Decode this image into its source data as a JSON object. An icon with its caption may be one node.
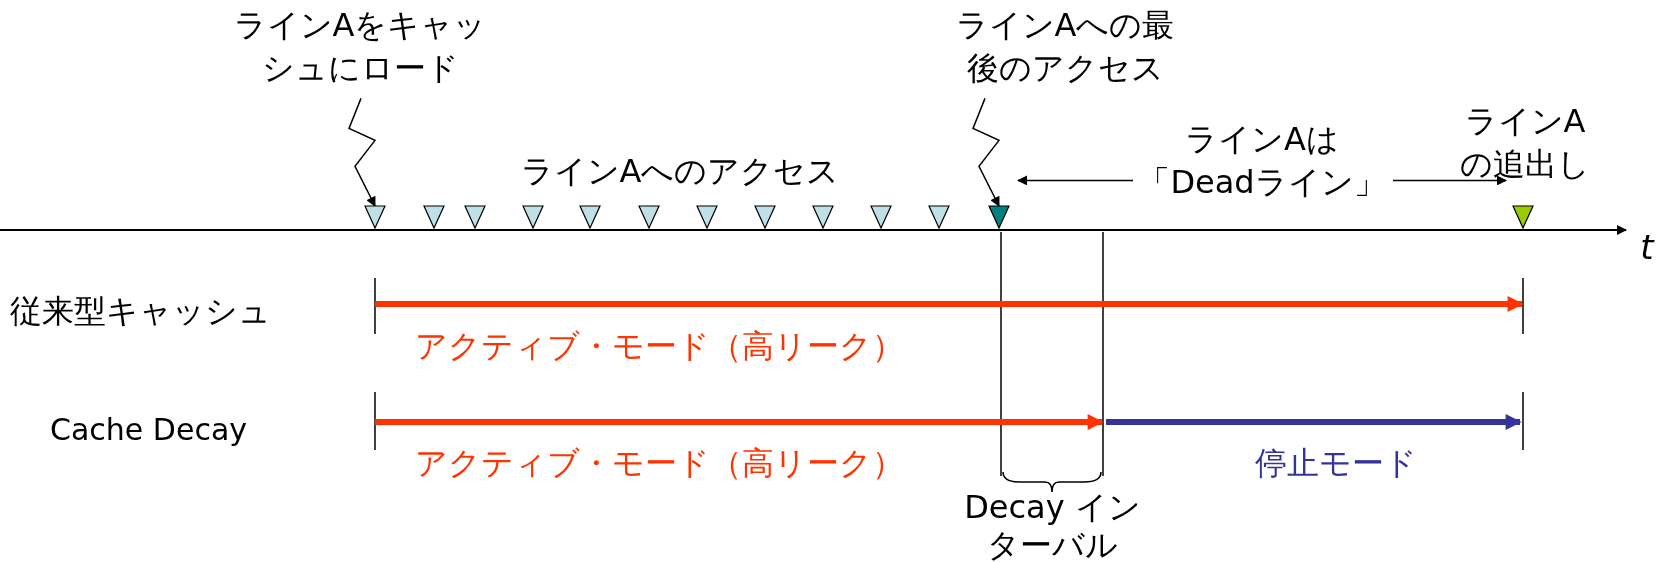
{
  "diagram": {
    "nodes": [
      {
        "text": [
          "ラインAをキャッシュにロード"
        ]
      },
      {
        "text": [
          "ラインAへの最後のアクセス"
        ]
      },
      {
        "text": [
          "ラインAは「Deadライン」"
        ]
      },
      {
        "text": [],
        "shape": "triangle"
      },
      {
        "text": [],
        "shape": "triangle"
      },
      {
        "text": [],
        "shape": "triangle"
      },
      {
        "text": [],
        "shape": "triangle"
      },
      {
        "text": [],
        "shape": "triangle"
      },
      {
        "text": [],
        "shape": "triangle"
      },
      {
        "text": [],
        "shape": "triangle"
      },
      {
        "text": [],
        "shape": "triangle"
      },
      {
        "text": [],
        "shape": "triangle"
      },
      {
        "text": [],
        "shape": "triangle"
      },
      {
        "text": [],
        "shape": "triangle"
      },
      {
        "text": [],
        "shape": "triangle"
      },
      {
        "text": [],
        "shape": "triangle"
      }
    ],
    "edges": [
      {
        "from": 0,
        "to": 3,
        "arrow": "to"
      },
      {
        "from": 1,
        "to": 14,
        "arrow": "to"
      },
      {
        "from": 2,
        "to": 14,
        "arrow": "to"
      },
      {
        "from": 2,
        "to": 15,
        "arrow": "to"
      }
    ],
    "labels": [
      "ラインAへのアクセス",
      "ラインAの追出し",
      "t",
      "従来型キャッシュ",
      "アクティブ・モード（高リーク）",
      "Cache Decay",
      "アクティブ・モード（高リーク）",
      "停止モード",
      "Decay インターバル"
    ]
  }
}
